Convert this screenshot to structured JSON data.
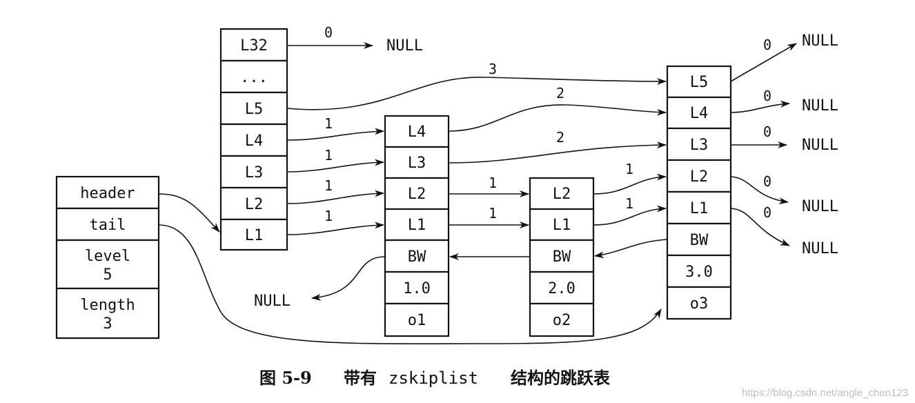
{
  "structure": {
    "fields": [
      "header",
      "tail",
      "level",
      "length"
    ],
    "level_value": "5",
    "length_value": "3"
  },
  "header_node": {
    "levels": [
      "L32",
      "...",
      "L5",
      "L4",
      "L3",
      "L2",
      "L1"
    ]
  },
  "node1": {
    "cells": [
      "L4",
      "L3",
      "L2",
      "L1",
      "BW",
      "1.0",
      "o1"
    ]
  },
  "node2": {
    "cells": [
      "L2",
      "L1",
      "BW",
      "2.0",
      "o2"
    ]
  },
  "node3": {
    "cells": [
      "L5",
      "L4",
      "L3",
      "L2",
      "L1",
      "BW",
      "3.0",
      "o3"
    ]
  },
  "pointers": {
    "header_L32": "0",
    "header_L5": "3",
    "header_L4": "1",
    "header_L3": "1",
    "header_L2": "1",
    "header_L1": "1",
    "node1_L4": "2",
    "node1_L3": "2",
    "node1_L2": "1",
    "node1_L1": "1",
    "node2_L2": "1",
    "node2_L1": "1",
    "node3_L5": "0",
    "node3_L4": "0",
    "node3_L3": "0",
    "node3_L2": "0",
    "node3_L1": "0"
  },
  "null_label": "NULL",
  "caption": {
    "figure": "图 5-9",
    "prefix": "带有",
    "code": "zskiplist",
    "suffix": "结构的跳跃表"
  },
  "watermark": "https://blog.csdn.net/angle_chen123"
}
